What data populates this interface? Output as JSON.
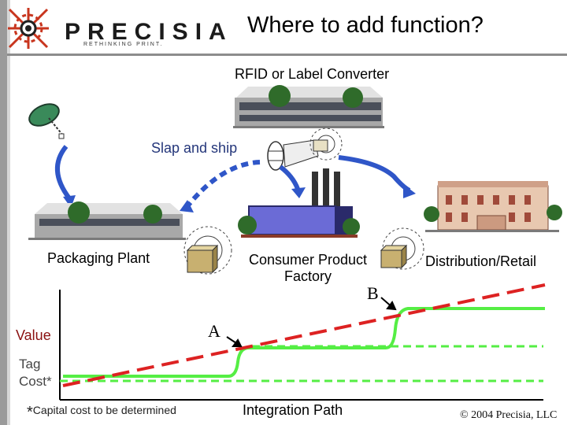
{
  "header": {
    "brand": "PRECISIA",
    "tagline": "RETHINKING PRINT.",
    "title": "Where to add function?"
  },
  "labels": {
    "rfid_converter": "RFID or Label Converter",
    "slap_and_ship": "Slap and ship",
    "packaging_plant": "Packaging Plant",
    "consumer_product_line1": "Consumer Product",
    "consumer_product_line2": "Factory",
    "distribution_retail": "Distribution/Retail",
    "point_a": "A",
    "point_b": "B"
  },
  "chart": {
    "value_label": "Value",
    "tag_cost_line1": "Tag",
    "tag_cost_line2": "Cost*",
    "xlabel": "Integration Path",
    "footnote_star": "*",
    "footnote": "Capital cost to be determined",
    "copyright": "© 2004 Precisia, LLC"
  },
  "colors": {
    "value_curve": "#55ee44",
    "tag_cost_line": "#dd2222",
    "arrow": "#2f56c8",
    "title_blue": "#24367a"
  }
}
